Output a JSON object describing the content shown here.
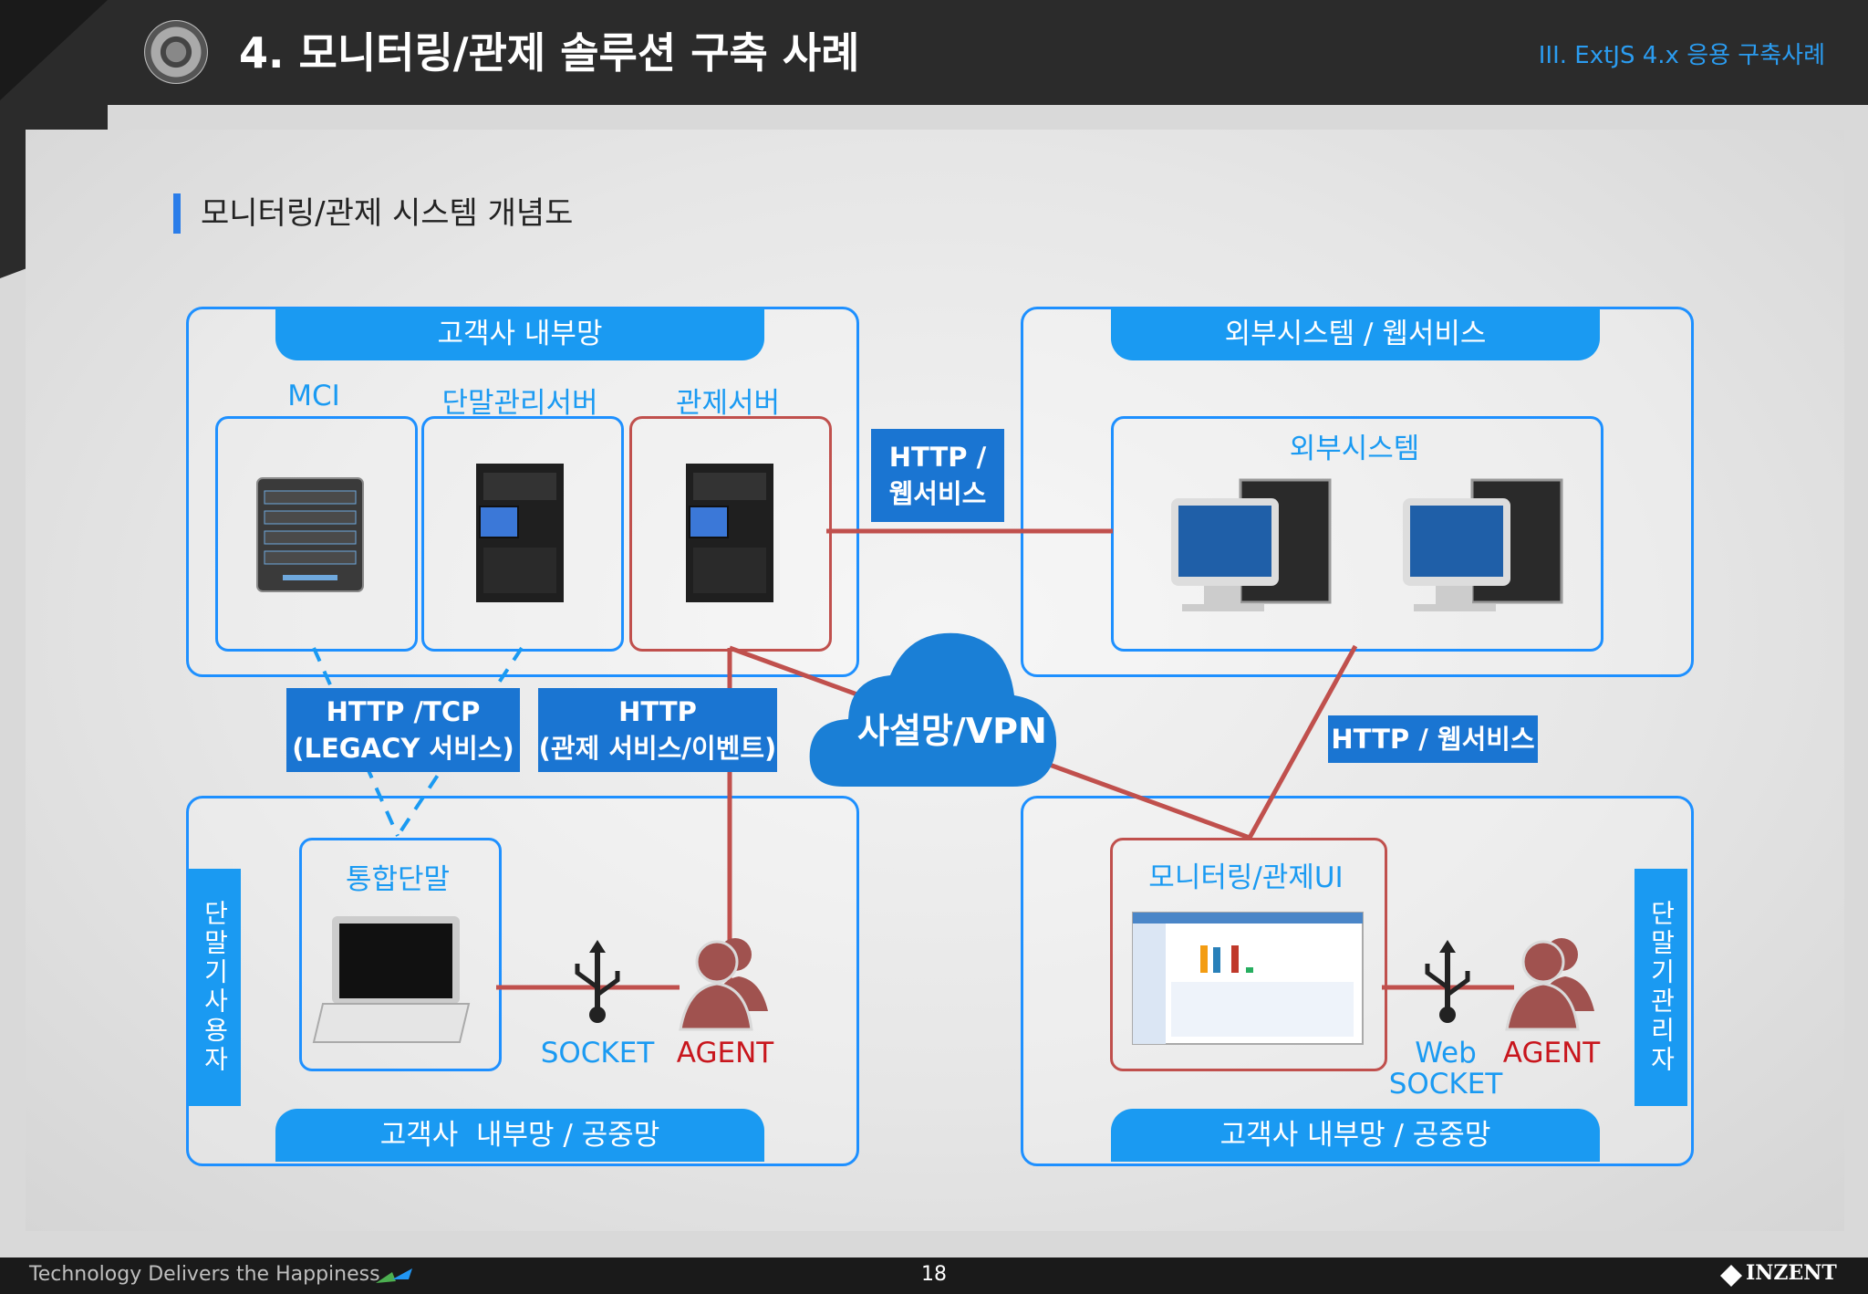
{
  "header": {
    "title": "4. 모니터링/관제 솔루션 구축 사례",
    "section": "III. ExtJS 4.x 응용 구축사례"
  },
  "subtitle": "모니터링/관제 시스템 개념도",
  "panels": {
    "top_left": {
      "tab": "고객사 내부망",
      "mci": "MCI",
      "terminal_server": "단말관리서버",
      "control_server": "관제서버"
    },
    "top_right": {
      "tab": "외부시스템 / 웹서비스",
      "inner_title": "외부시스템"
    },
    "bottom_left": {
      "tab": "고객사  내부망 / 공중망",
      "side": "단말기사용자",
      "terminal": "통합단말",
      "socket": "SOCKET",
      "agent": "AGENT"
    },
    "bottom_right": {
      "tab": "고객사 내부망 / 공중망",
      "side": "단말기관리자",
      "ui": "모니터링/관제UI",
      "web": "Web",
      "socket": "SOCKET",
      "agent": "AGENT"
    }
  },
  "protocols": {
    "http_web_line1": "HTTP /",
    "http_web_line2": "웹서비스",
    "http_tcp_line1": "HTTP /TCP",
    "http_tcp_line2": "(LEGACY 서비스)",
    "http_event_line1": "HTTP",
    "http_event_line2": "(관제 서비스/이벤트)",
    "http_web_single": "HTTP / 웹서비스"
  },
  "cloud": "사설망/VPN",
  "footer": {
    "tagline": "Technology Delivers the Happiness",
    "page": "18",
    "logo": "INZENT"
  },
  "colors": {
    "accent_blue": "#1a9af2",
    "line_red": "#c0504d",
    "header_bg": "#2b2b2b"
  }
}
